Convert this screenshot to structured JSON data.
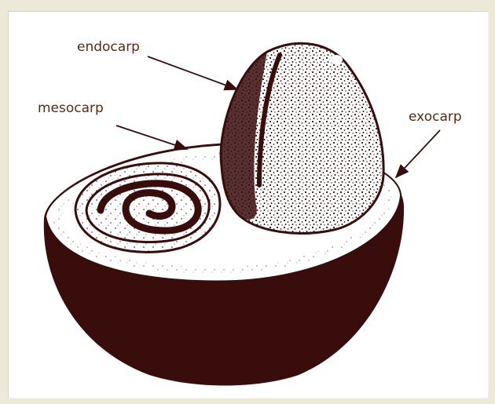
{
  "diagram": {
    "labels": {
      "endocarp": "endocarp",
      "mesocarp": "mesocarp",
      "exocarp": "exocarp"
    },
    "colors": {
      "ink": "#3a0d0d",
      "label": "#5a2a14",
      "background": "#ffffff",
      "window": "#ECE9D8"
    }
  }
}
